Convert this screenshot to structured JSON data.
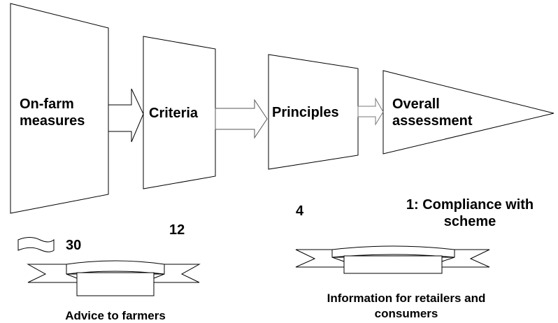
{
  "stages": [
    {
      "line1": "On-farm",
      "line2": "measures",
      "count": "30"
    },
    {
      "label": "Criteria",
      "count": "12"
    },
    {
      "label": "Principles",
      "count": "4"
    },
    {
      "line1": "Overall",
      "line2": "assessment",
      "count_line1": "1: Compliance with",
      "count_line2": "scheme"
    }
  ],
  "banners": [
    {
      "caption": "Advice to farmers"
    },
    {
      "caption_line1": "Information for retailers and",
      "caption_line2": "consumers"
    }
  ]
}
